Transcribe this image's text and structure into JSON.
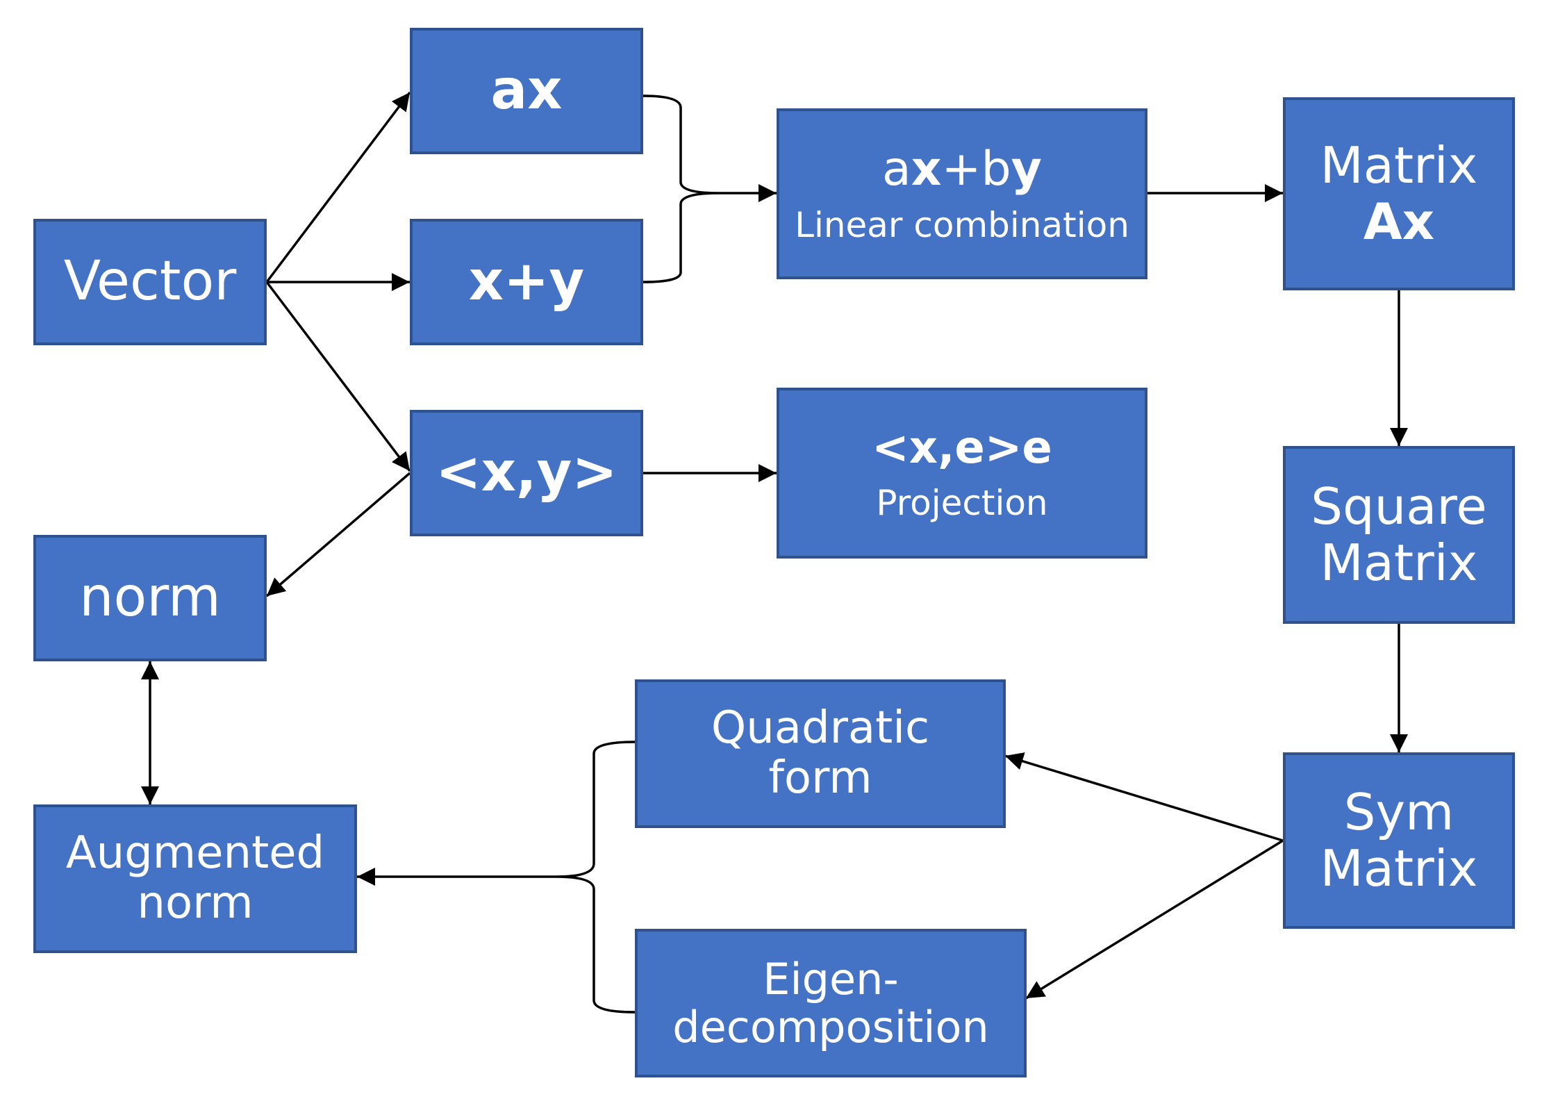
{
  "nodes": {
    "vector": {
      "lines": [
        "Vector"
      ]
    },
    "ax": {
      "lines": [
        "ax"
      ]
    },
    "xy_sum": {
      "lines": [
        "x+y"
      ]
    },
    "inner": {
      "lines": [
        "<x,y>"
      ]
    },
    "linear_combination": {
      "title_pre": "a",
      "title_b1": "x",
      "title_mid": "+b",
      "title_b2": "y",
      "subtitle": "Linear combination"
    },
    "projection": {
      "title": "<x,e>e",
      "subtitle": "Projection"
    },
    "matrix": {
      "line1": "Matrix",
      "line2": "Ax"
    },
    "square_matrix": {
      "lines": [
        "Square",
        "Matrix"
      ]
    },
    "sym_matrix": {
      "lines": [
        "Sym",
        "Matrix"
      ]
    },
    "norm": {
      "lines": [
        "norm"
      ]
    },
    "augmented_norm": {
      "lines": [
        "Augmented",
        "norm"
      ]
    },
    "quadratic_form": {
      "lines": [
        "Quadratic",
        "form"
      ]
    },
    "eigen": {
      "lines": [
        "Eigen-",
        "decomposition"
      ]
    }
  },
  "colors": {
    "box_fill": "#4472C4",
    "box_border": "#2F528F",
    "text": "#FFFFFF",
    "arrow": "#000000"
  }
}
